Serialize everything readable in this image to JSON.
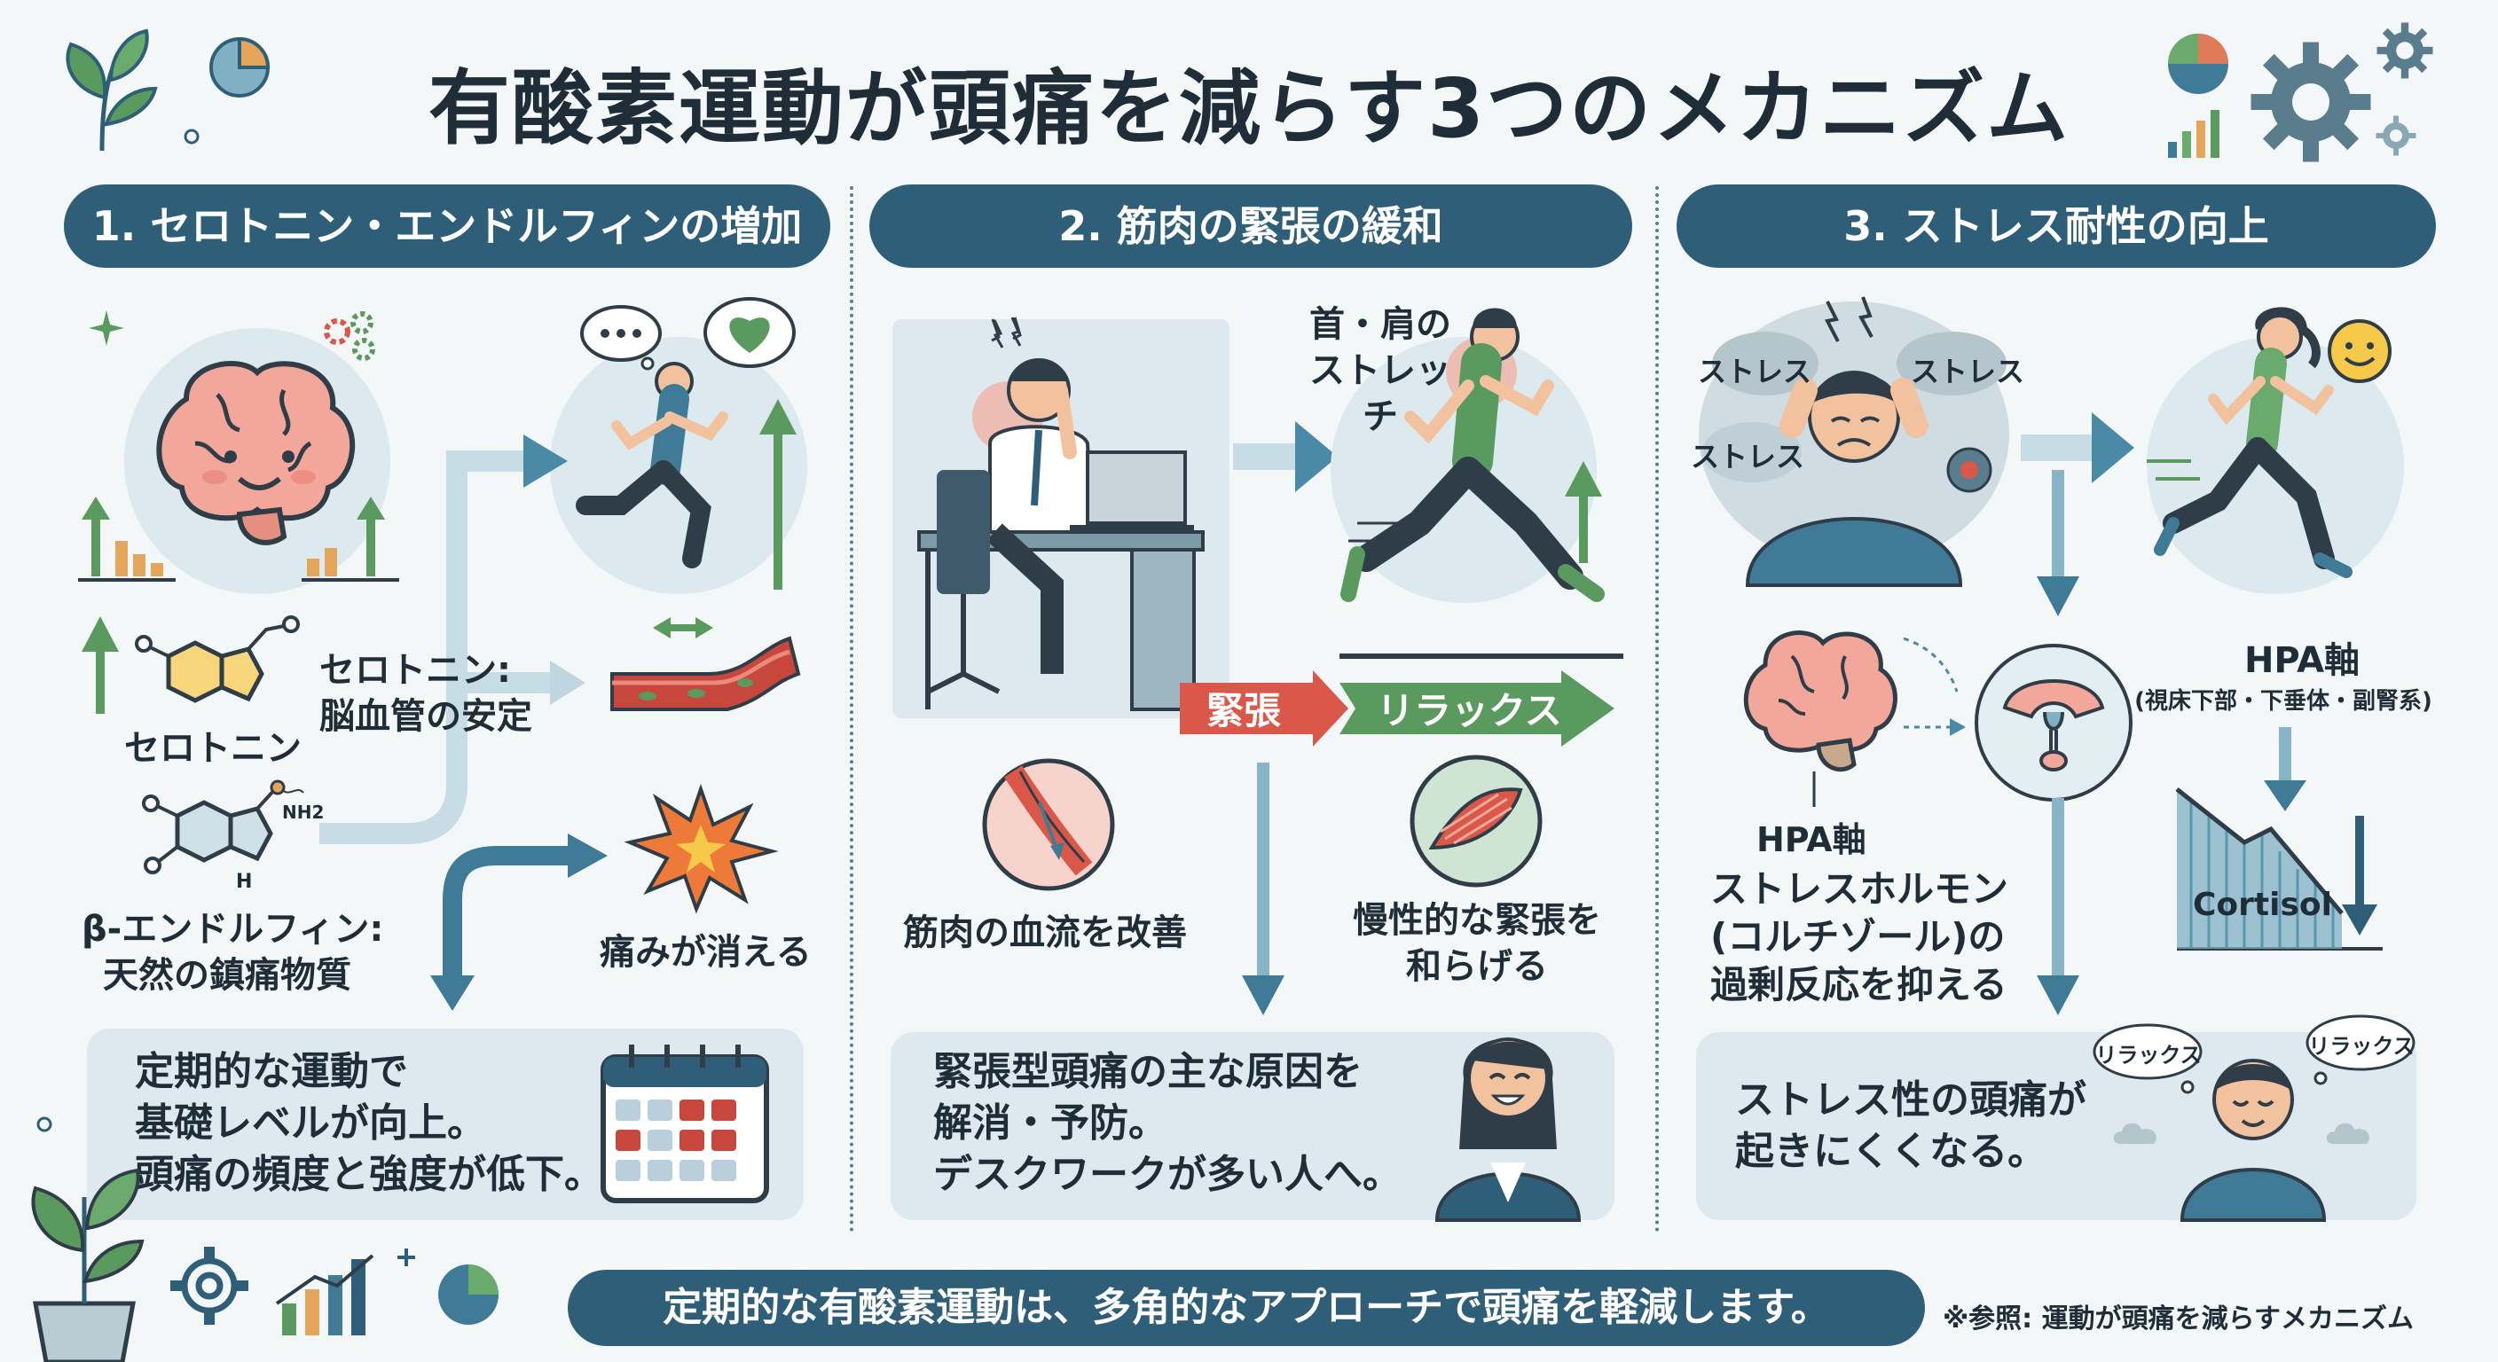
{
  "title": "有酸素運動が頭痛を減らす3つのメカニズム",
  "colors": {
    "navy": "#2f5f78",
    "green": "#5a9a5e",
    "red": "#d9584a",
    "light_blue": "#dde9ee"
  },
  "sections": [
    {
      "header": "1. セロトニン・エンドルフィンの増加",
      "labels": {
        "serotonin_effect_line1": "セロトニン:",
        "serotonin_effect_line2": "脳血管の安定",
        "serotonin": "セロトニン",
        "endorphin_line1": "β-エンドルフィン:",
        "endorphin_line2": "天然の鎮痛物質",
        "pain_gone": "痛みが消える",
        "molecule_fragment": "NH2",
        "molecule_h": "H"
      },
      "box_lines": [
        "定期的な運動で",
        "基礎レベルが向上。",
        "頭痛の頻度と強度が低下。"
      ]
    },
    {
      "header": "2. 筋肉の緊張の緩和",
      "labels": {
        "stretch_line1": "首・肩の",
        "stretch_line2": "ストレッチ",
        "tension": "緊張",
        "relax": "リラックス",
        "blood_flow": "筋肉の血流を改善",
        "chronic_line1": "慢性的な緊張を",
        "chronic_line2": "和らげる"
      },
      "box_lines": [
        "緊張型頭痛の主な原因を",
        "解消・予防。",
        "デスクワークが多い人へ。"
      ]
    },
    {
      "header": "3. ストレス耐性の向上",
      "labels": {
        "stress1": "ストレス",
        "stress2": "ストレス",
        "stress3": "ストレス",
        "hpa_title": "HPA軸",
        "hpa_sub": "(視床下部・下垂体・副腎系)",
        "hpa_left": "HPA軸",
        "hormone_line1": "ストレスホルモン",
        "hormone_line2": "(コルチゾール)の",
        "hormone_line3": "過剰反応を抑える",
        "cortisol": "Cortisol",
        "relax1": "リラックス",
        "relax2": "リラックス"
      },
      "box_lines": [
        "ストレス性の頭痛が",
        "起きにくくなる。"
      ]
    }
  ],
  "footer": {
    "summary": "定期的な有酸素運動は、多角的なアプローチで頭痛を軽減します。",
    "reference": "※参照: 運動が頭痛を減らすメカニズム"
  },
  "icons": [
    "plant-icon",
    "pie-chart-icon",
    "bar-chart-icon",
    "gear-icon",
    "brain-icon",
    "runner-icon",
    "heart-icon",
    "speech-bubble-icon",
    "blood-vessel-icon",
    "burst-icon",
    "molecule-icon",
    "calendar-icon",
    "clock-icon",
    "office-worker-icon",
    "laptop-icon",
    "muscle-icon",
    "smiling-woman-icon",
    "stressed-man-icon",
    "hypothalamus-icon",
    "cortisol-chart-icon",
    "smiley-icon",
    "calm-man-icon",
    "cloud-icon"
  ]
}
